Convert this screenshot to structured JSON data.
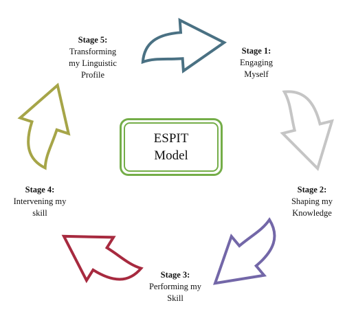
{
  "center": {
    "line1": "ESPIT",
    "line2": "Model"
  },
  "stages": [
    {
      "title": "Stage 1:",
      "lines": [
        "Engaging",
        "Myself"
      ],
      "color": "#4a7183"
    },
    {
      "title": "Stage 2:",
      "lines": [
        "Shaping my",
        "Knowledge"
      ],
      "color": "#c5c5c5"
    },
    {
      "title": "Stage 3:",
      "lines": [
        "Performing my",
        "Skill"
      ],
      "color": "#7367a8"
    },
    {
      "title": "Stage 4:",
      "lines": [
        "Intervening my",
        "skill"
      ],
      "color": "#a72a3f"
    },
    {
      "title": "Stage 5:",
      "lines": [
        "Transforming",
        "my Linguistic",
        "Profile"
      ],
      "color": "#a6a548"
    }
  ],
  "colors": {
    "center_border": "#74ad48",
    "text": "#111111",
    "background": "#ffffff"
  },
  "icons": [
    "arrow-icon"
  ]
}
